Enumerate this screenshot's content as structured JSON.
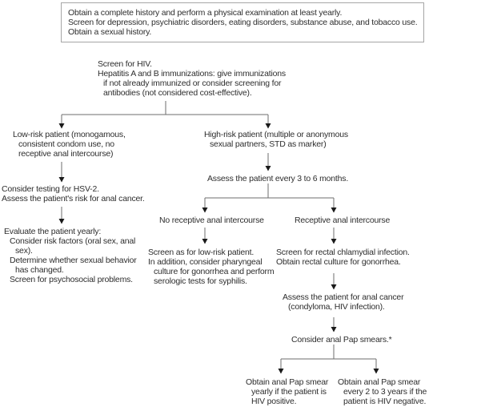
{
  "colors": {
    "background": "#ffffff",
    "connector_line": "#6e6e6e",
    "arrowhead": "#1a1a1a",
    "text": "#2e2e2e",
    "box_border": "#a6a6a6"
  },
  "flowchart": {
    "annual_history_box": {
      "lines": [
        "Obtain a complete history and perform a physical examination at least yearly.",
        "Screen for depression, psychiatric disorders, eating disorders, substance abuse, and tobacco use.",
        "Obtain a sexual history."
      ]
    },
    "screen_hiv": {
      "lines": [
        "Screen for HIV.",
        "Hepatitis A and B immunizations: give immunizations",
        "if not already immunized or consider screening for",
        "antibodies (not considered cost-effective)."
      ]
    },
    "low_risk_patient": {
      "lines": [
        "Low-risk patient (monogamous,",
        "consistent condom use, no",
        "receptive anal intercourse)"
      ]
    },
    "high_risk_patient": {
      "lines": [
        "High-risk patient (multiple or anonymous",
        "sexual partners, STD as marker)"
      ]
    },
    "consider_hsv2": {
      "lines": [
        "Consider testing for HSV-2.",
        "Assess the patient's risk for anal cancer."
      ]
    },
    "evaluate_yearly": {
      "lines": [
        "Evaluate the patient yearly:",
        "Consider risk factors (oral sex, anal",
        "sex).",
        "Determine whether sexual behavior",
        "has changed.",
        "Screen for psychosocial problems."
      ]
    },
    "assess_3_6_months": {
      "label": "Assess the patient every 3 to 6 months."
    },
    "no_receptive": {
      "label": "No receptive anal intercourse"
    },
    "receptive": {
      "label": "Receptive anal intercourse"
    },
    "screen_as_low_risk": {
      "lines": [
        "Screen as for low-risk patient.",
        "In addition, consider pharyngeal",
        "culture for gonorrhea and perform",
        "serologic tests for syphilis."
      ]
    },
    "rectal_screening": {
      "lines": [
        "Screen for rectal chlamydial infection.",
        "Obtain rectal culture for gonorrhea."
      ]
    },
    "assess_anal_cancer": {
      "lines": [
        "Assess the patient for anal cancer",
        "(condyloma, HIV infection)."
      ]
    },
    "consider_pap_smears": {
      "label": "Consider anal Pap smears.*"
    },
    "pap_hiv_positive": {
      "lines": [
        "Obtain anal Pap smear",
        "yearly if the patient is",
        "HIV positive."
      ]
    },
    "pap_hiv_negative": {
      "lines": [
        "Obtain anal Pap smear",
        "every 2 to 3 years if the",
        "patient is HIV negative."
      ]
    }
  }
}
